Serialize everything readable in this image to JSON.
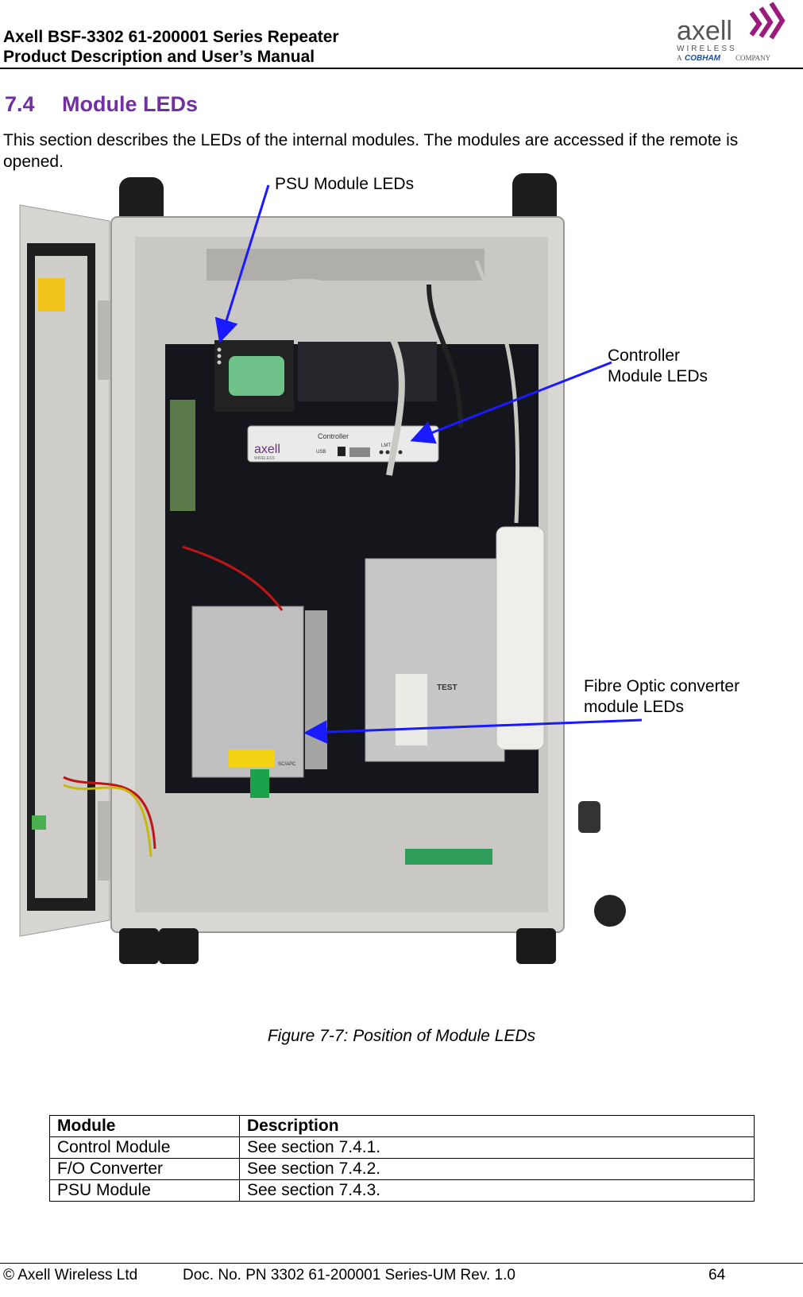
{
  "header": {
    "line1": "Axell BSF-3302 61-200001 Series Repeater",
    "line2": "Product Description and User’s Manual",
    "logo": {
      "name": "axell",
      "sub1": "WIRELESS",
      "sub2": "A",
      "sub3": "COBHAM",
      "sub4": "COMPANY",
      "accent": "#9b1b7d"
    }
  },
  "section": {
    "number": "7.4",
    "title": "Module LEDs"
  },
  "intro": "This section describes the LEDs of the internal modules. The modules are accessed if the remote is opened.",
  "figure": {
    "callouts": {
      "psu": "PSU Module LEDs",
      "controller_1": "Controller",
      "controller_2": "Module LEDs",
      "fibre_1": "Fibre Optic converter",
      "fibre_2": "module LEDs"
    },
    "labels": {
      "brand": "axell",
      "brand_sub": "WIRELESS",
      "controller": "Controller",
      "usb": "USB",
      "lmt": "LMT",
      "test": "TEST",
      "scapc": "SC/APC"
    },
    "caption": "Figure 7-7: Position of Module LEDs",
    "arrow_color": "#1a1aff"
  },
  "table": {
    "headers": [
      "Module",
      "Description"
    ],
    "rows": [
      [
        "Control Module",
        "See section 7.4.1."
      ],
      [
        "F/O Converter",
        "See section 7.4.2."
      ],
      [
        "PSU Module",
        "See section 7.4.3."
      ]
    ]
  },
  "footer": {
    "copyright": "© Axell Wireless Ltd",
    "doc": "Doc. No. PN 3302 61-200001 Series-UM Rev. 1.0",
    "page": "64"
  }
}
